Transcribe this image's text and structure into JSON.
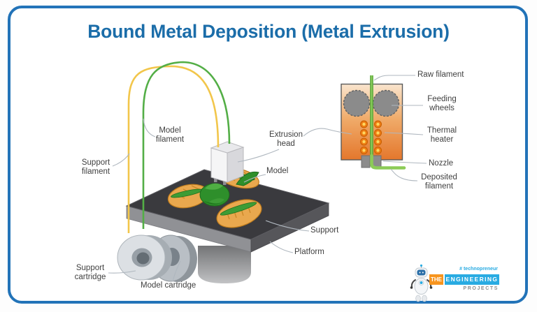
{
  "header": {
    "title": "Bound Metal Deposition (Metal Extrusion)"
  },
  "diagram_labels": {
    "support_filament": "Support\nfilament",
    "model_filament": "Model\nfilament",
    "extrusion_head": "Extrusion\nhead",
    "model": "Model",
    "support": "Support",
    "platform": "Platform",
    "support_cartridge": "Support\ncartridge",
    "model_cartridge": "Model cartridge",
    "raw_filament": "Raw filament",
    "feeding_wheels": "Feeding\nwheels",
    "thermal_heater": "Thermal\nheater",
    "nozzle": "Nozzle",
    "deposited_filament": "Deposited\nfilament"
  },
  "logo": {
    "hashtag": "# technopreneur",
    "the": "THE",
    "engineering": "ENGINEERING",
    "projects": "PROJECTS"
  },
  "colors": {
    "border_blue": "#2273B8",
    "title_blue": "#1B6DA9",
    "label_text": "#3F3F3F",
    "leader_gray": "#AFB7BF",
    "model_filament_green": "#53AE46",
    "support_filament_yellow": "#F2C64B",
    "deposited_green": "#8CCB57",
    "heater_orange_top": "#F9E5CE",
    "heater_orange_bottom": "#E4772C",
    "heater_dot_orange": "#ED7D14",
    "heater_dot_yellow": "#FFD75E",
    "platform_gray": "#3A3A3E",
    "metal_gray": "#C6CACD",
    "logo_orange": "#F7941E",
    "logo_blue": "#29ABE2",
    "logo_projects_gray": "#8C8C8C"
  }
}
